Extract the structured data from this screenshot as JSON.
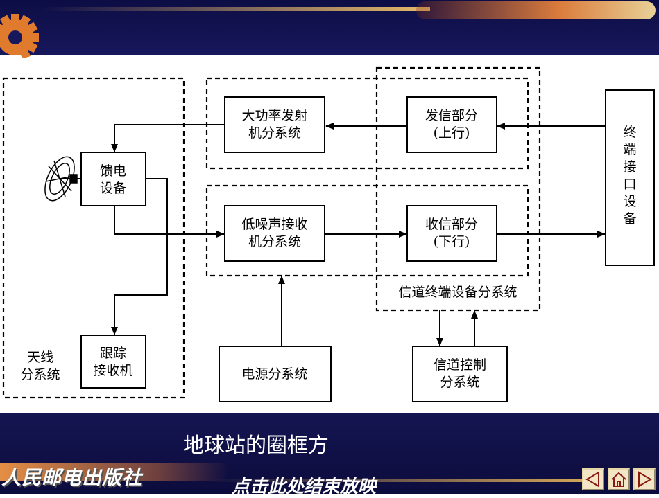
{
  "diagram": {
    "antenna_subsystem": "天线\n分系统",
    "feed_equipment": "馈电\n设备",
    "tracking_receiver": "跟踪\n接收机",
    "hpa_subsystem": "大功率发射\n机分系统",
    "lna_subsystem": "低噪声接收\n机分系统",
    "power_subsystem": "电源分系统",
    "transmit_section": "发信部分\n(上行)",
    "receive_section": "收信部分\n(下行)",
    "channel_terminal_label": "信道终端设备分系统",
    "channel_control": "信道控制\n分系统",
    "terminal_interface": "终\n端\n接\n口\n设\n备"
  },
  "footer": {
    "caption": "地球站的圈框方",
    "publisher": "人民邮电出版社",
    "end_show": "点击此处结束放映"
  },
  "nav": {
    "prev_icon": "triangle-left-icon",
    "home_icon": "home-icon",
    "next_icon": "triangle-right-icon"
  },
  "colors": {
    "banner": "#0d0d45",
    "nav_button": "#f3e6c6",
    "nav_glyph": "#8b1a10"
  }
}
